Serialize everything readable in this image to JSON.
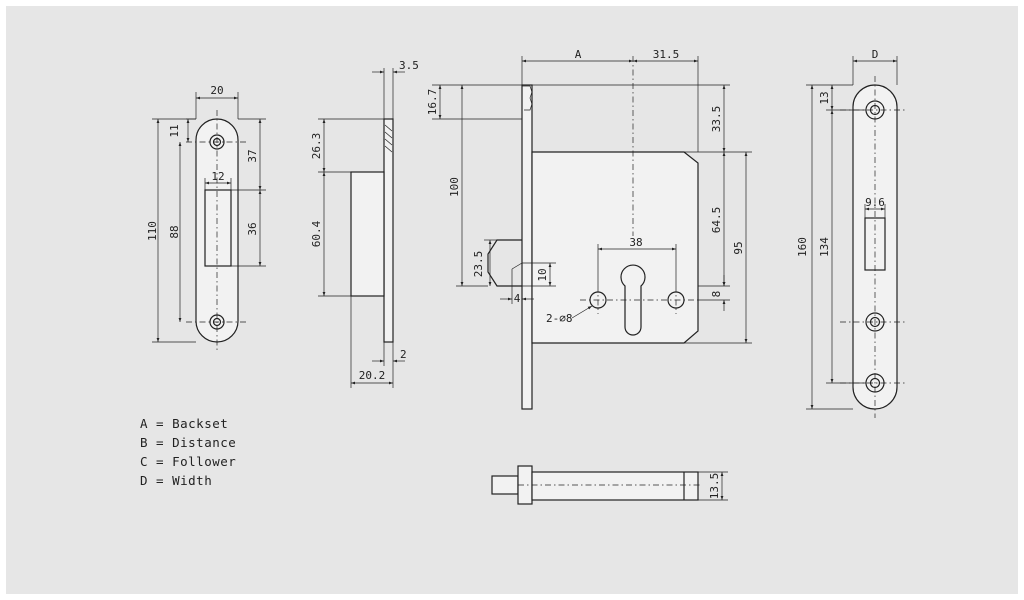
{
  "dimensions": {
    "strike_width": "20",
    "strike_top_hole": "11",
    "strike_upper": "37",
    "strike_slot_width": "12",
    "strike_slot_height": "36",
    "strike_holes": "88",
    "strike_length": "110",
    "side_top": "3.5",
    "side_upper": "26.3",
    "side_body": "60.4",
    "side_plate": "2",
    "side_depth": "20.2",
    "main_backset": "A",
    "main_offset": "31.5",
    "main_top": "16.7",
    "main_total": "100",
    "main_upper": "33.5",
    "main_mid": "64.5",
    "main_body": "95",
    "main_cyl_spacing": "38",
    "main_latch": "23.5",
    "main_ten": "10",
    "main_four": "4",
    "main_holes": "2-⌀8",
    "main_eight": "8",
    "bolt_height": "13.5",
    "face_width": "D",
    "face_top": "13",
    "face_slot": "9.6",
    "face_holes": "134",
    "face_length": "160"
  },
  "legend": [
    {
      "key": "A",
      "text": "A = Backset"
    },
    {
      "key": "B",
      "text": "B = Distance"
    },
    {
      "key": "C",
      "text": "C = Follower"
    },
    {
      "key": "D",
      "text": "D = Width"
    }
  ]
}
